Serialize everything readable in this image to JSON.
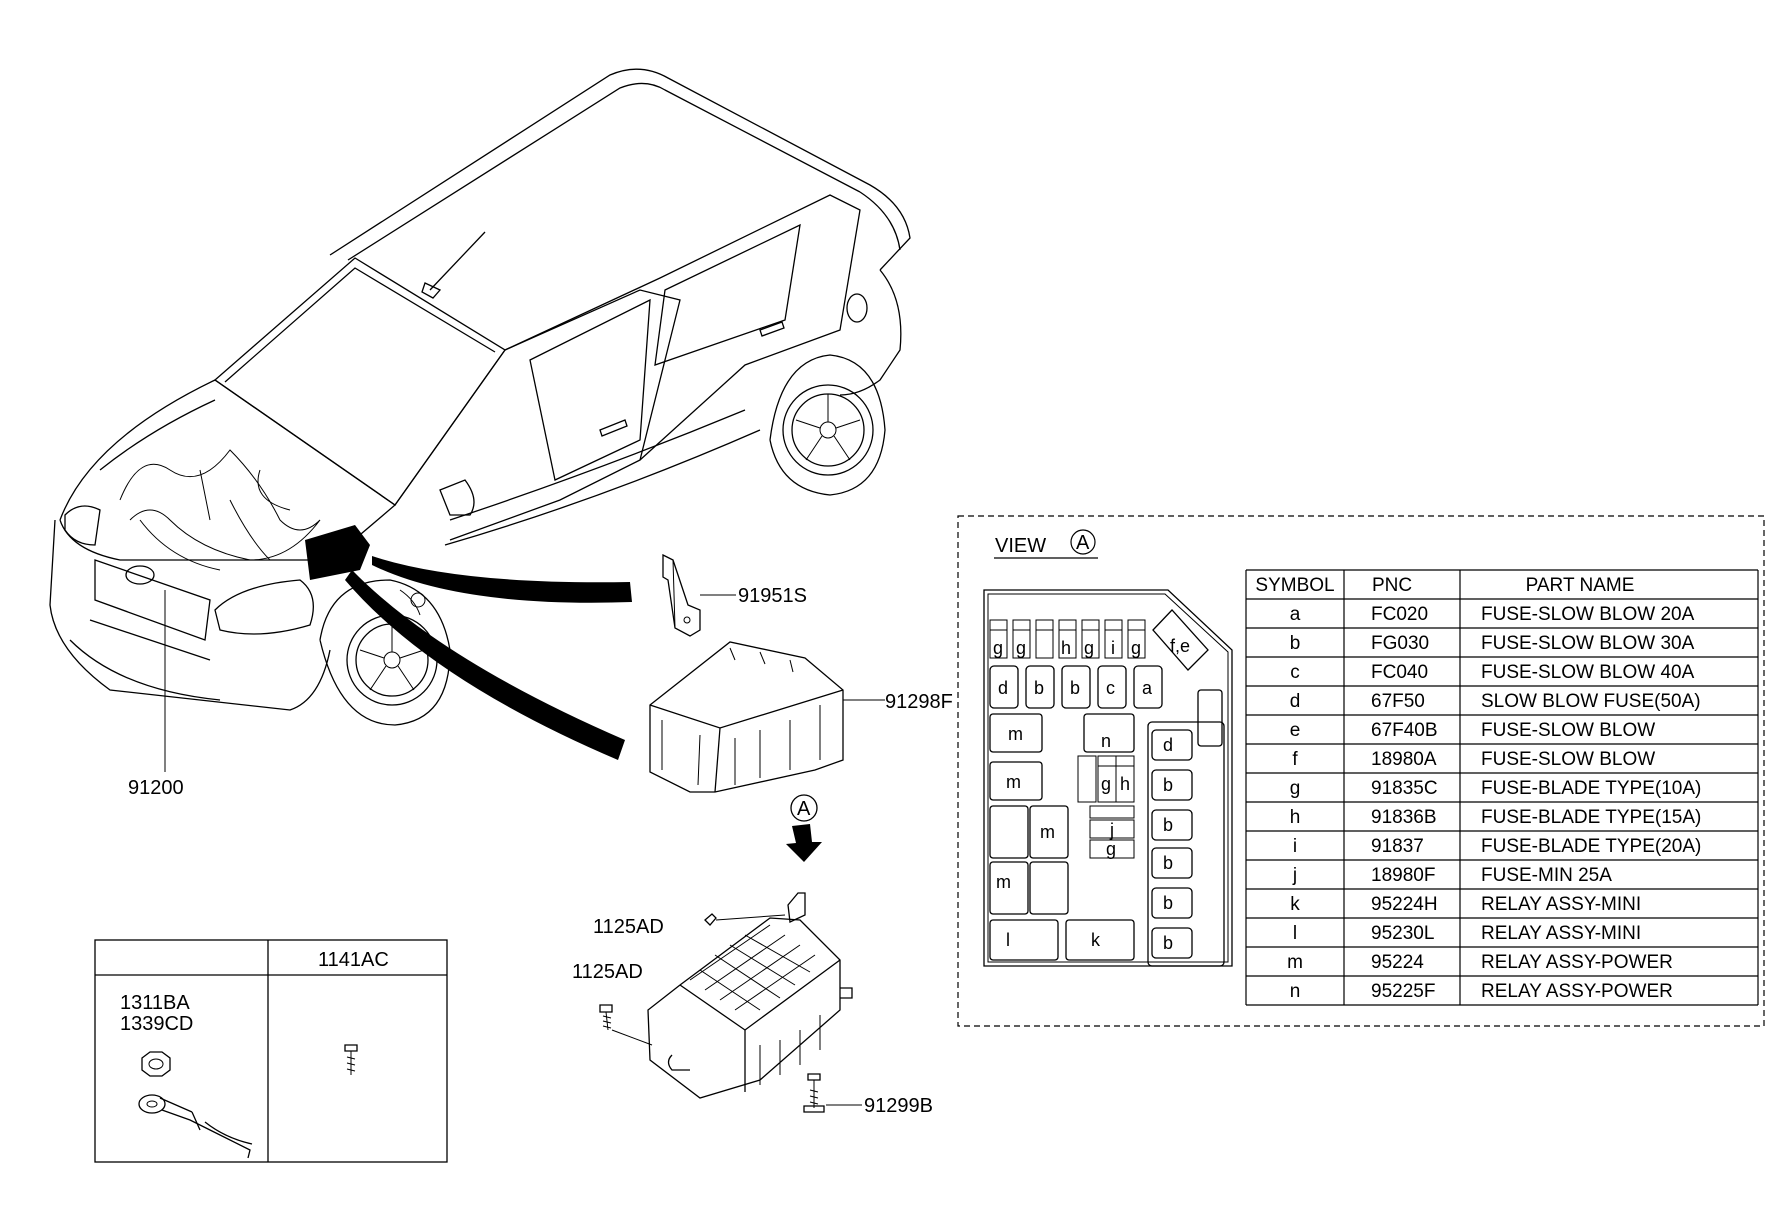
{
  "callouts": {
    "harness": "91200",
    "bracket": "91951S",
    "cover": "91298F",
    "screw_upper": "1125AD",
    "screw_lower": "1125AD",
    "bolt": "91299B",
    "view_marker": "A"
  },
  "view": {
    "title": "VIEW",
    "marker": "A",
    "fuse_labels": {
      "top_row": [
        "g",
        "g",
        "h",
        "g",
        "i",
        "g"
      ],
      "fe": "f,e",
      "second_row": [
        "d",
        "b",
        "b",
        "c",
        "a"
      ],
      "m": "m",
      "n": "n",
      "g": "g",
      "h": "h",
      "j": "j",
      "l": "l",
      "k": "k",
      "d": "d",
      "b": "b"
    }
  },
  "parts_table": {
    "headers": [
      "SYMBOL",
      "PNC",
      "PART NAME"
    ],
    "rows": [
      [
        "a",
        "FC020",
        "FUSE-SLOW BLOW 20A"
      ],
      [
        "b",
        "FG030",
        "FUSE-SLOW BLOW 30A"
      ],
      [
        "c",
        "FC040",
        "FUSE-SLOW BLOW 40A"
      ],
      [
        "d",
        "67F50",
        "SLOW BLOW FUSE(50A)"
      ],
      [
        "e",
        "67F40B",
        "FUSE-SLOW BLOW"
      ],
      [
        "f",
        "18980A",
        "FUSE-SLOW BLOW"
      ],
      [
        "g",
        "91835C",
        "FUSE-BLADE TYPE(10A)"
      ],
      [
        "h",
        "91836B",
        "FUSE-BLADE TYPE(15A)"
      ],
      [
        "i",
        "91837",
        "FUSE-BLADE TYPE(20A)"
      ],
      [
        "j",
        "18980F",
        "FUSE-MIN 25A"
      ],
      [
        "k",
        "95224H",
        "RELAY ASSY-MINI"
      ],
      [
        "l",
        "95230L",
        "RELAY ASSY-MINI"
      ],
      [
        "m",
        "95224",
        "RELAY ASSY-POWER"
      ],
      [
        "n",
        "95225F",
        "RELAY ASSY-POWER"
      ]
    ]
  },
  "fastener_table": {
    "header_right": "1141AC",
    "left_codes": [
      "1311BA",
      "1339CD"
    ]
  }
}
